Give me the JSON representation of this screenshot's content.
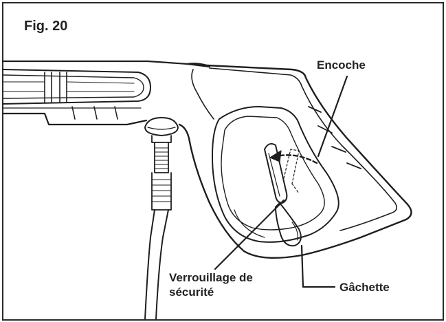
{
  "figure": {
    "title": "Fig. 20"
  },
  "labels": {
    "notch": "Encoche",
    "safety_lock_line1": "Verrouillage de",
    "safety_lock_line2": "sécurité",
    "trigger": "Gâchette"
  }
}
